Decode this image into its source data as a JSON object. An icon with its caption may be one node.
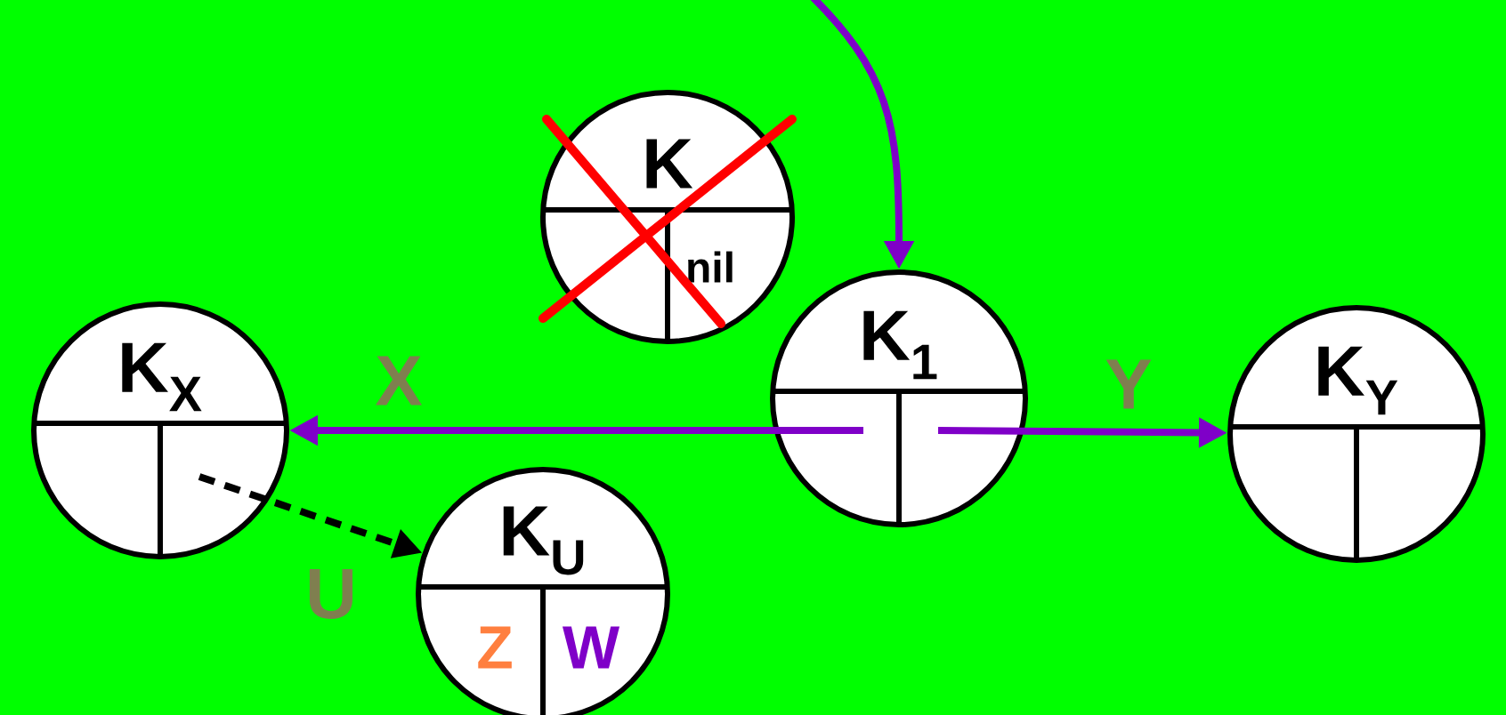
{
  "diagram": {
    "nodes": [
      {
        "text": [
          "K",
          "nil"
        ]
      },
      {
        "text": [
          "K$_{1}$"
        ]
      },
      {
        "text": [
          "K$_{X}$"
        ]
      },
      {
        "text": [
          "K$_{Y}$"
        ]
      },
      {
        "text": [
          "K$_{U}$",
          "Z",
          "W"
        ]
      }
    ],
    "edges": [
      {
        "from": null,
        "to": 1,
        "arrow": "to"
      },
      {
        "from": 1,
        "to": 2,
        "arrow": "to",
        "label": "X"
      },
      {
        "from": 1,
        "to": 3,
        "arrow": "to",
        "label": "Y"
      },
      {
        "from": 2,
        "to": 4,
        "arrow": "to",
        "label": "U",
        "style": "dashed",
        "color": "#000000"
      }
    ]
  }
}
